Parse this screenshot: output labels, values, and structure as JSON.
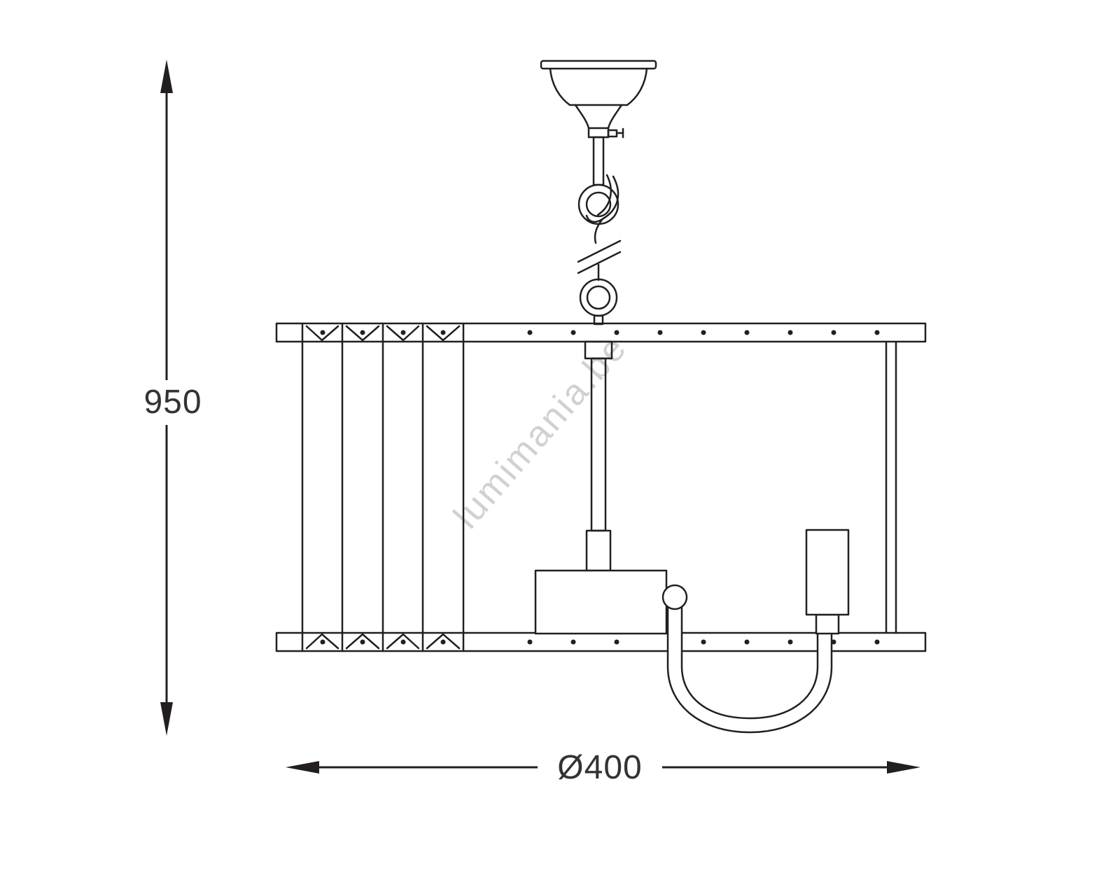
{
  "watermark": {
    "text": "lumimania.be",
    "color": "#c9c9c9"
  },
  "dimensions": {
    "height": {
      "value": "950"
    },
    "diameter": {
      "value": "Ø400"
    }
  },
  "drawing": {
    "line_color": "#231f20",
    "text_color": "#333333",
    "background": "#ffffff",
    "subject": "pendant-light-technical-drawing"
  }
}
